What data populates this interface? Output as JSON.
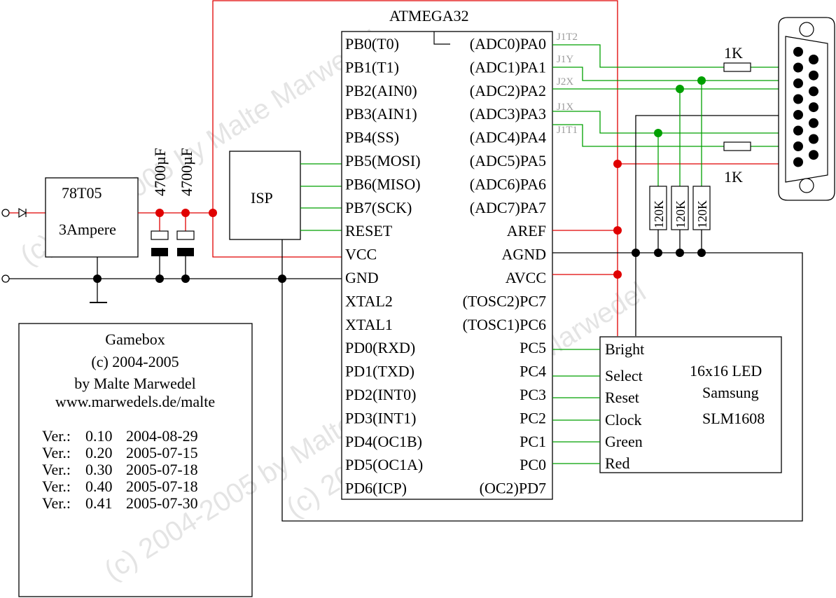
{
  "watermarks": [
    "(c) 2004-2005 by Malte Marwedel",
    "(c) 2004-2005 by Malte Marwedel",
    "(c) 2004-2005 by Malte Marwedel"
  ],
  "mcu": {
    "name": "ATMEGA32",
    "left_pins": [
      "PB0(T0)",
      "PB1(T1)",
      "PB2(AIN0)",
      "PB3(AIN1)",
      "PB4(SS)",
      "PB5(MOSI)",
      "PB6(MISO)",
      "PB7(SCK)",
      "RESET",
      "VCC",
      "GND",
      "XTAL2",
      "XTAL1",
      "PD0(RXD)",
      "PD1(TXD)",
      "PD2(INT0)",
      "PD3(INT1)",
      "PD4(OC1B)",
      "PD5(OC1A)",
      "PD6(ICP)"
    ],
    "right_pins": [
      "(ADC0)PA0",
      "(ADC1)PA1",
      "(ADC2)PA2",
      "(ADC3)PA3",
      "(ADC4)PA4",
      "(ADC5)PA5",
      "(ADC6)PA6",
      "(ADC7)PA7",
      "AREF",
      "AGND",
      "AVCC",
      "(TOSC2)PC7",
      "(TOSC1)PC6",
      "PC5",
      "PC4",
      "PC3",
      "PC2",
      "PC1",
      "PC0",
      "(OC2)PD7"
    ]
  },
  "regulator": {
    "name": "78T05",
    "rating": "3Ampere"
  },
  "capacitors": [
    "4700µF",
    "4700µF"
  ],
  "isp": {
    "label": "ISP"
  },
  "joystick_nets": [
    "J1T2",
    "J1Y",
    "J2X",
    "J1X",
    "J1T1"
  ],
  "resistors": {
    "series_top": "1K",
    "series_bottom": "1K",
    "pulldowns": [
      "120K",
      "120K",
      "120K"
    ]
  },
  "led_module": {
    "pins": [
      "Bright",
      "Select",
      "Reset",
      "Clock",
      "Green",
      "Red"
    ],
    "title_lines": [
      "16x16 LED",
      "Samsung",
      "SLM1608"
    ]
  },
  "info_box": {
    "title": "Gamebox",
    "copyright": "(c) 2004-2005",
    "author": "by Malte Marwedel",
    "url": "www.marwedels.de/malte",
    "versions": [
      {
        "label": "Ver.:",
        "version": "0.10",
        "date": "2004-08-29"
      },
      {
        "label": "Ver.:",
        "version": "0.20",
        "date": "2005-07-15"
      },
      {
        "label": "Ver.:",
        "version": "0.30",
        "date": "2005-07-18"
      },
      {
        "label": "Ver.:",
        "version": "0.40",
        "date": "2005-07-18"
      },
      {
        "label": "Ver.:",
        "version": "0.41",
        "date": "2005-07-30"
      }
    ]
  },
  "colors": {
    "power": "#e00000",
    "signal": "#00a000",
    "ground": "#000000",
    "net_label": "#9a9a9a"
  }
}
